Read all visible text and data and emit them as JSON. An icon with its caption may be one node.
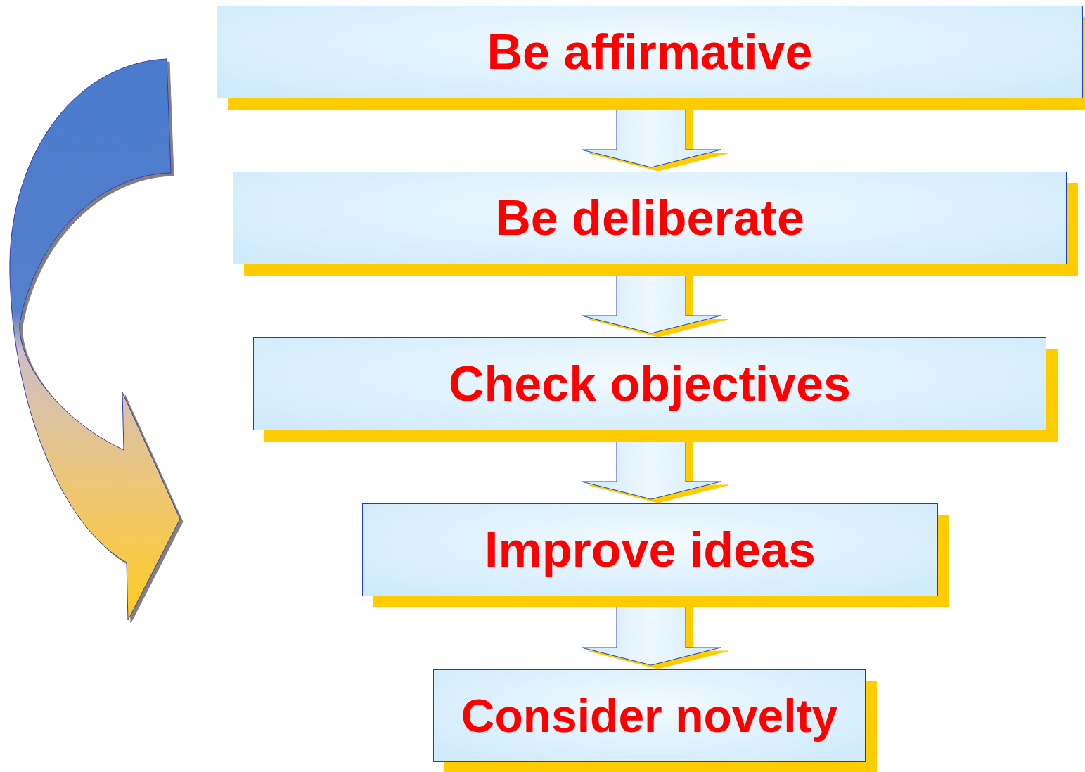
{
  "diagram": {
    "nodes": [
      {
        "text": [
          "Be affirmative"
        ]
      },
      {
        "text": [
          "Be deliberate"
        ]
      },
      {
        "text": [
          "Check objectives"
        ]
      },
      {
        "text": [
          "Improve ideas"
        ]
      },
      {
        "text": [
          "Consider novelty"
        ]
      }
    ],
    "edges": [
      {
        "from": 0,
        "to": 1,
        "arrow": "to"
      },
      {
        "from": 1,
        "to": 2,
        "arrow": "to"
      },
      {
        "from": 2,
        "to": 3,
        "arrow": "to"
      },
      {
        "from": 3,
        "to": 4,
        "arrow": "to"
      }
    ]
  }
}
